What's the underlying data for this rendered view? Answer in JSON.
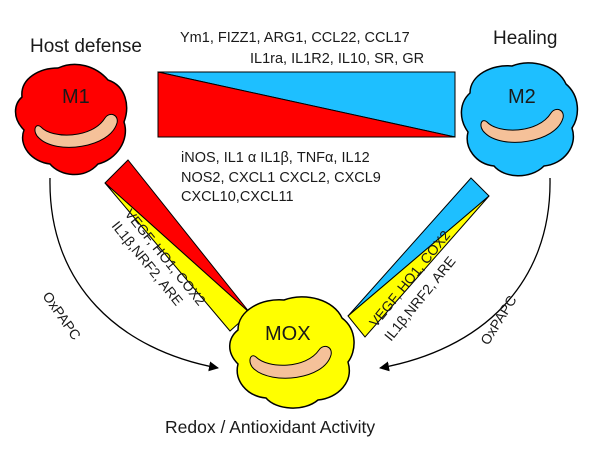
{
  "labels": {
    "host_defense": "Host defense",
    "healing": "Healing",
    "footer": "Redox / Antioxidant Activity",
    "m1": "M1",
    "m2": "M2",
    "mox": "MOX",
    "oxpapc_left": "OxPAPC",
    "oxpapc_right": "OxPAPC"
  },
  "gene_sets": {
    "m2_top_line1": "Ym1, FIZZ1, ARG1, CCL22, CCL17",
    "m2_top_line2": "IL1ra, IL1R2, IL10, SR, GR",
    "m1_line1": "iNOS, IL1 α IL1β, TNFα, IL12",
    "m1_line2": "NOS2, CXCL1 CXCL2, CXCL9",
    "m1_line3": "CXCL10,CXCL11",
    "mox_left_line1": "VEGF, HO1, COX2",
    "mox_left_line2": "IL1β,NRF2, ARE",
    "mox_right_line1": "VEGF, HO1, COX2",
    "mox_right_line2": "IL1β,NRF2, ARE"
  },
  "colors": {
    "m1": "#ff0000",
    "m2": "#1ebfff",
    "mox": "#ffff00",
    "nucleus": "#f5c199",
    "outline": "#000000"
  }
}
